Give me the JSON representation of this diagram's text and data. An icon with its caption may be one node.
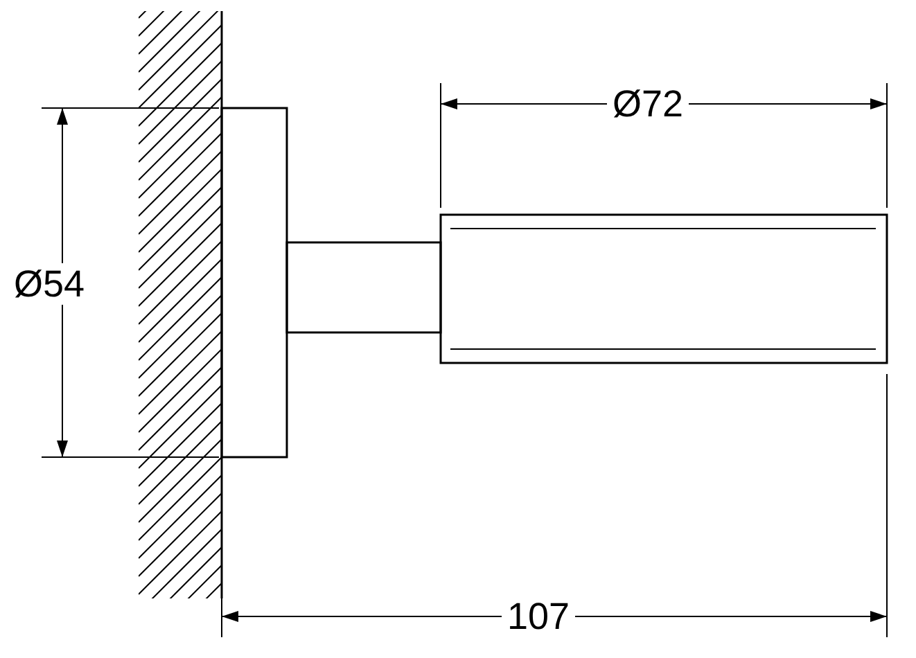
{
  "diagram": {
    "labels": [
      "Ø72",
      "Ø54",
      "107"
    ]
  }
}
